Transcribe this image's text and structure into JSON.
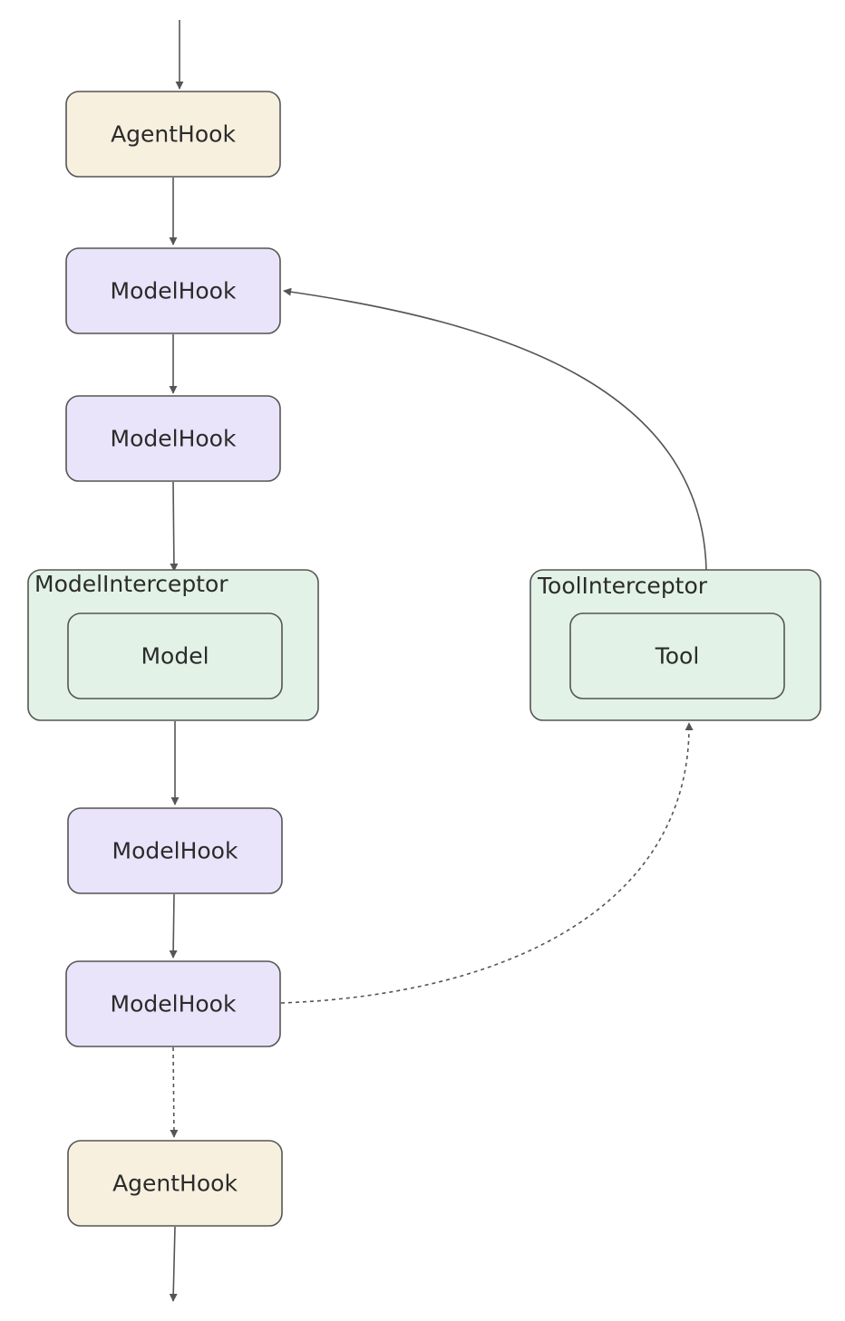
{
  "colors": {
    "agent_hook_fill": "#f7f0df",
    "model_hook_fill": "#e9e4f9",
    "interceptor_fill": "#e2f2e6",
    "stroke": "#555555"
  },
  "nodes": {
    "agent_hook_top": "AgentHook",
    "model_hook_1": "ModelHook",
    "model_hook_2": "ModelHook",
    "model_interceptor": "ModelInterceptor",
    "model": "Model",
    "tool_interceptor": "ToolInterceptor",
    "tool": "Tool",
    "model_hook_3": "ModelHook",
    "model_hook_4": "ModelHook",
    "agent_hook_bottom": "AgentHook"
  }
}
